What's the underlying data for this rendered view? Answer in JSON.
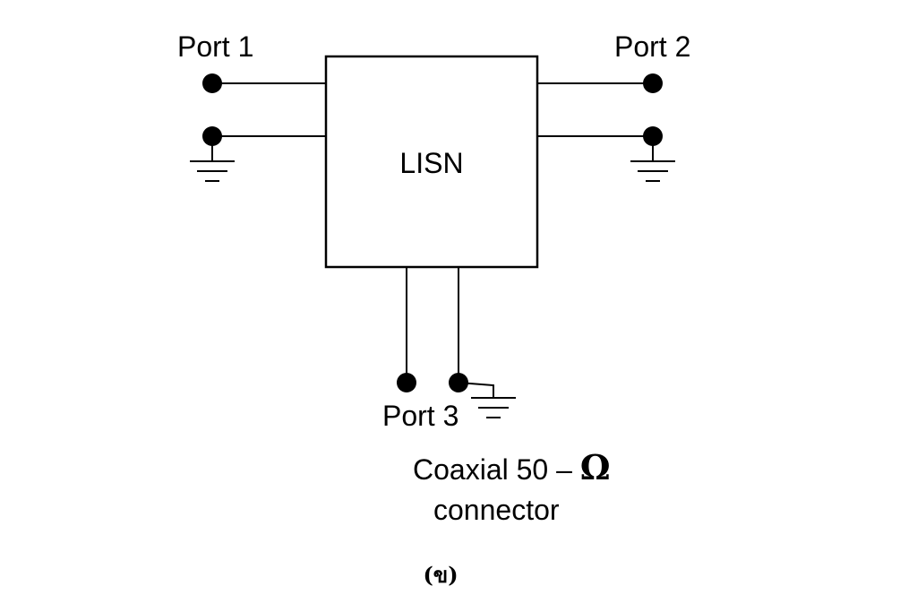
{
  "labels": {
    "port1": "Port 1",
    "port2": "Port 2",
    "port3": "Port 3",
    "block": "LISN",
    "coax_line1_prefix": "Coaxial 50 – ",
    "coax_omega": "Ω",
    "coax_line2": "connector",
    "caption": "(ข)"
  },
  "icons": {
    "terminal": "filled-circle-terminal",
    "ground": "ground-symbol-icon"
  },
  "colors": {
    "line": "#000000",
    "background": "#ffffff"
  }
}
